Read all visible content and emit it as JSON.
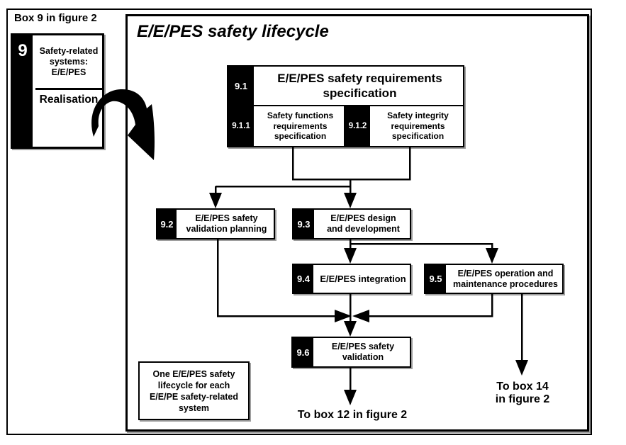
{
  "figure": {
    "caption": "Box 9 in figure 2",
    "title": "E/E/PES safety lifecycle"
  },
  "overview_box": {
    "number": "9",
    "system_label": "Safety-related\nsystems:\nE/E/PES",
    "phase_label": "Realisation"
  },
  "nodes": {
    "n9_1": {
      "id": "9.1",
      "label": "E/E/PES safety requirements\nspecification"
    },
    "n9_1_1": {
      "id": "9.1.1",
      "label": "Safety functions\nrequirements\nspecification"
    },
    "n9_1_2": {
      "id": "9.1.2",
      "label": "Safety integrity\nrequirements\nspecification"
    },
    "n9_2": {
      "id": "9.2",
      "label": "E/E/PES safety\nvalidation planning"
    },
    "n9_3": {
      "id": "9.3",
      "label": "E/E/PES design\nand development"
    },
    "n9_4": {
      "id": "9.4",
      "label": "E/E/PES integration"
    },
    "n9_5": {
      "id": "9.5",
      "label": "E/E/PES operation and\nmaintenance procedures"
    },
    "n9_6": {
      "id": "9.6",
      "label": "E/E/PES safety\nvalidation"
    }
  },
  "annotations": {
    "note": "One E/E/PES safety\nlifecycle for each\nE/E/PE safety-related\nsystem",
    "to_box12": "To box 12 in figure 2",
    "to_box14": "To box 14\nin figure 2"
  },
  "colors": {
    "ink": "#000000",
    "paper": "#ffffff"
  }
}
